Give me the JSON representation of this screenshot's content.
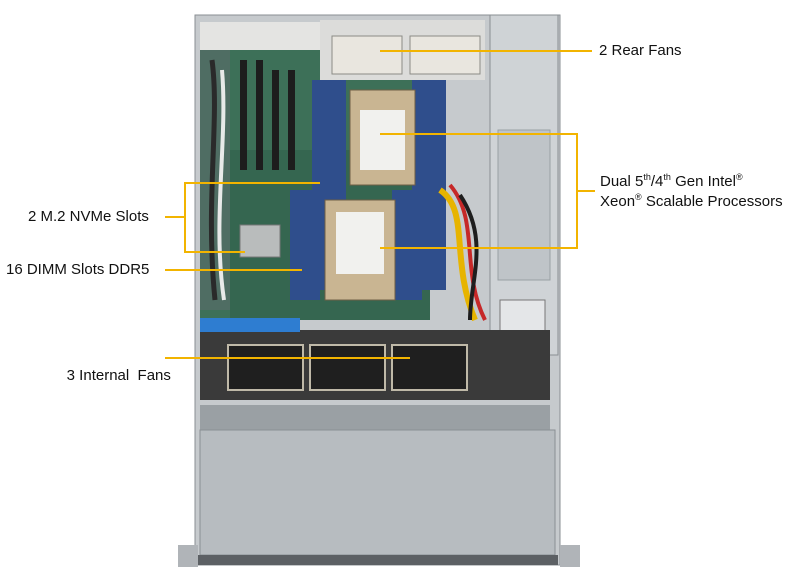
{
  "colors": {
    "callout_line": "#f2b400",
    "chassis_gray": "#bfc3c6",
    "chassis_dark": "#7d8286",
    "board_green": "#2f6b4f",
    "dimm_blue": "#2f4e8c",
    "heatsink": "#c8b89a",
    "fan_black": "#1e1e1e",
    "riser_blue": "#2e7dd1"
  },
  "callouts": {
    "rear_fans": "2 Rear Fans",
    "cpu_line1_a": "Dual 5",
    "cpu_line1_sup1": "th",
    "cpu_line1_b": "/4",
    "cpu_line1_sup2": "th",
    "cpu_line1_c": " Gen Intel",
    "cpu_line1_reg": "®",
    "cpu_line2_a": "Xeon",
    "cpu_line2_reg": "®",
    "cpu_line2_b": " Scalable Processors",
    "m2_slots": "2 M.2 NVMe Slots",
    "dimm_slots": "16 DIMM Slots DDR5",
    "internal_fans": "3 Internal  Fans"
  }
}
